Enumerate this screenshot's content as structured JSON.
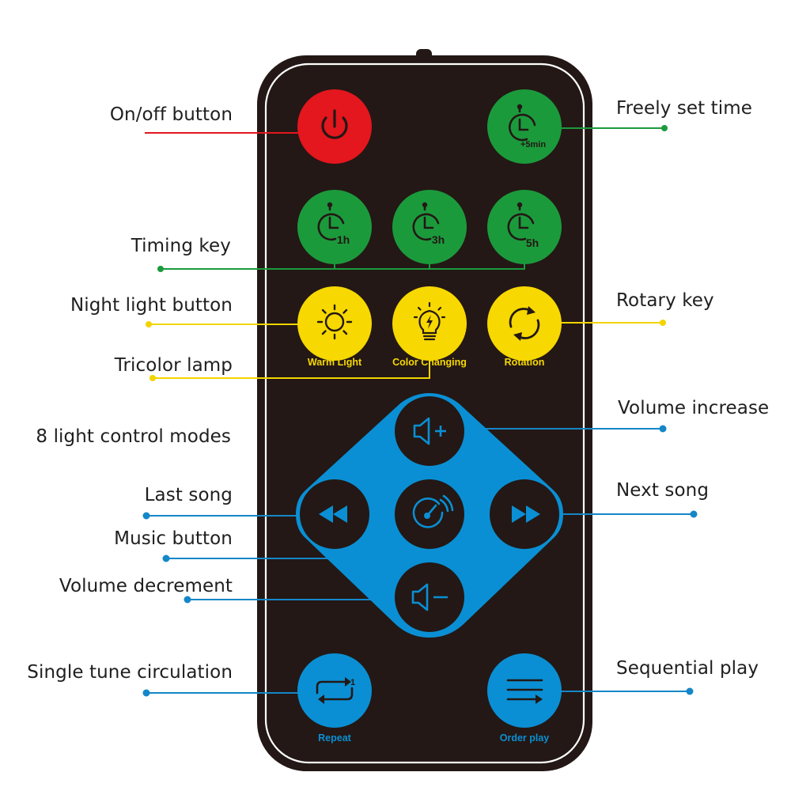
{
  "callouts": {
    "on_off": "On/off button",
    "timing_key": "Timing key",
    "night_light": "Night light button",
    "tricolor_lamp": "Tricolor lamp",
    "light_modes": "8 light control modes",
    "last_song": "Last song",
    "music_button": "Music button",
    "volume_decrement": "Volume decrement",
    "single_tune": "Single tune circulation",
    "freely_set_time": "Freely set time",
    "rotary_key": "Rotary key",
    "volume_increase": "Volume increase",
    "next_song": "Next song",
    "sequential_play": "Sequential play"
  },
  "buttons": {
    "timer_5min": "+5min",
    "timer_1h": "1h",
    "timer_3h": "3h",
    "timer_5h": "5h",
    "warm_light": "Warm Light",
    "color_changing": "Color Changing",
    "rotation": "Rotation",
    "repeat": "Repeat",
    "order_play": "Order play",
    "repeat_one": "1"
  },
  "colors": {
    "remote_body": "#231815",
    "red": "#e4161e",
    "green": "#1b9a3c",
    "yellow": "#f7d800",
    "blue": "#0a8fd4",
    "line_red": "#e4161e",
    "line_green": "#1b9a3c",
    "line_yellow": "#f2d400",
    "line_blue": "#1487c8"
  }
}
